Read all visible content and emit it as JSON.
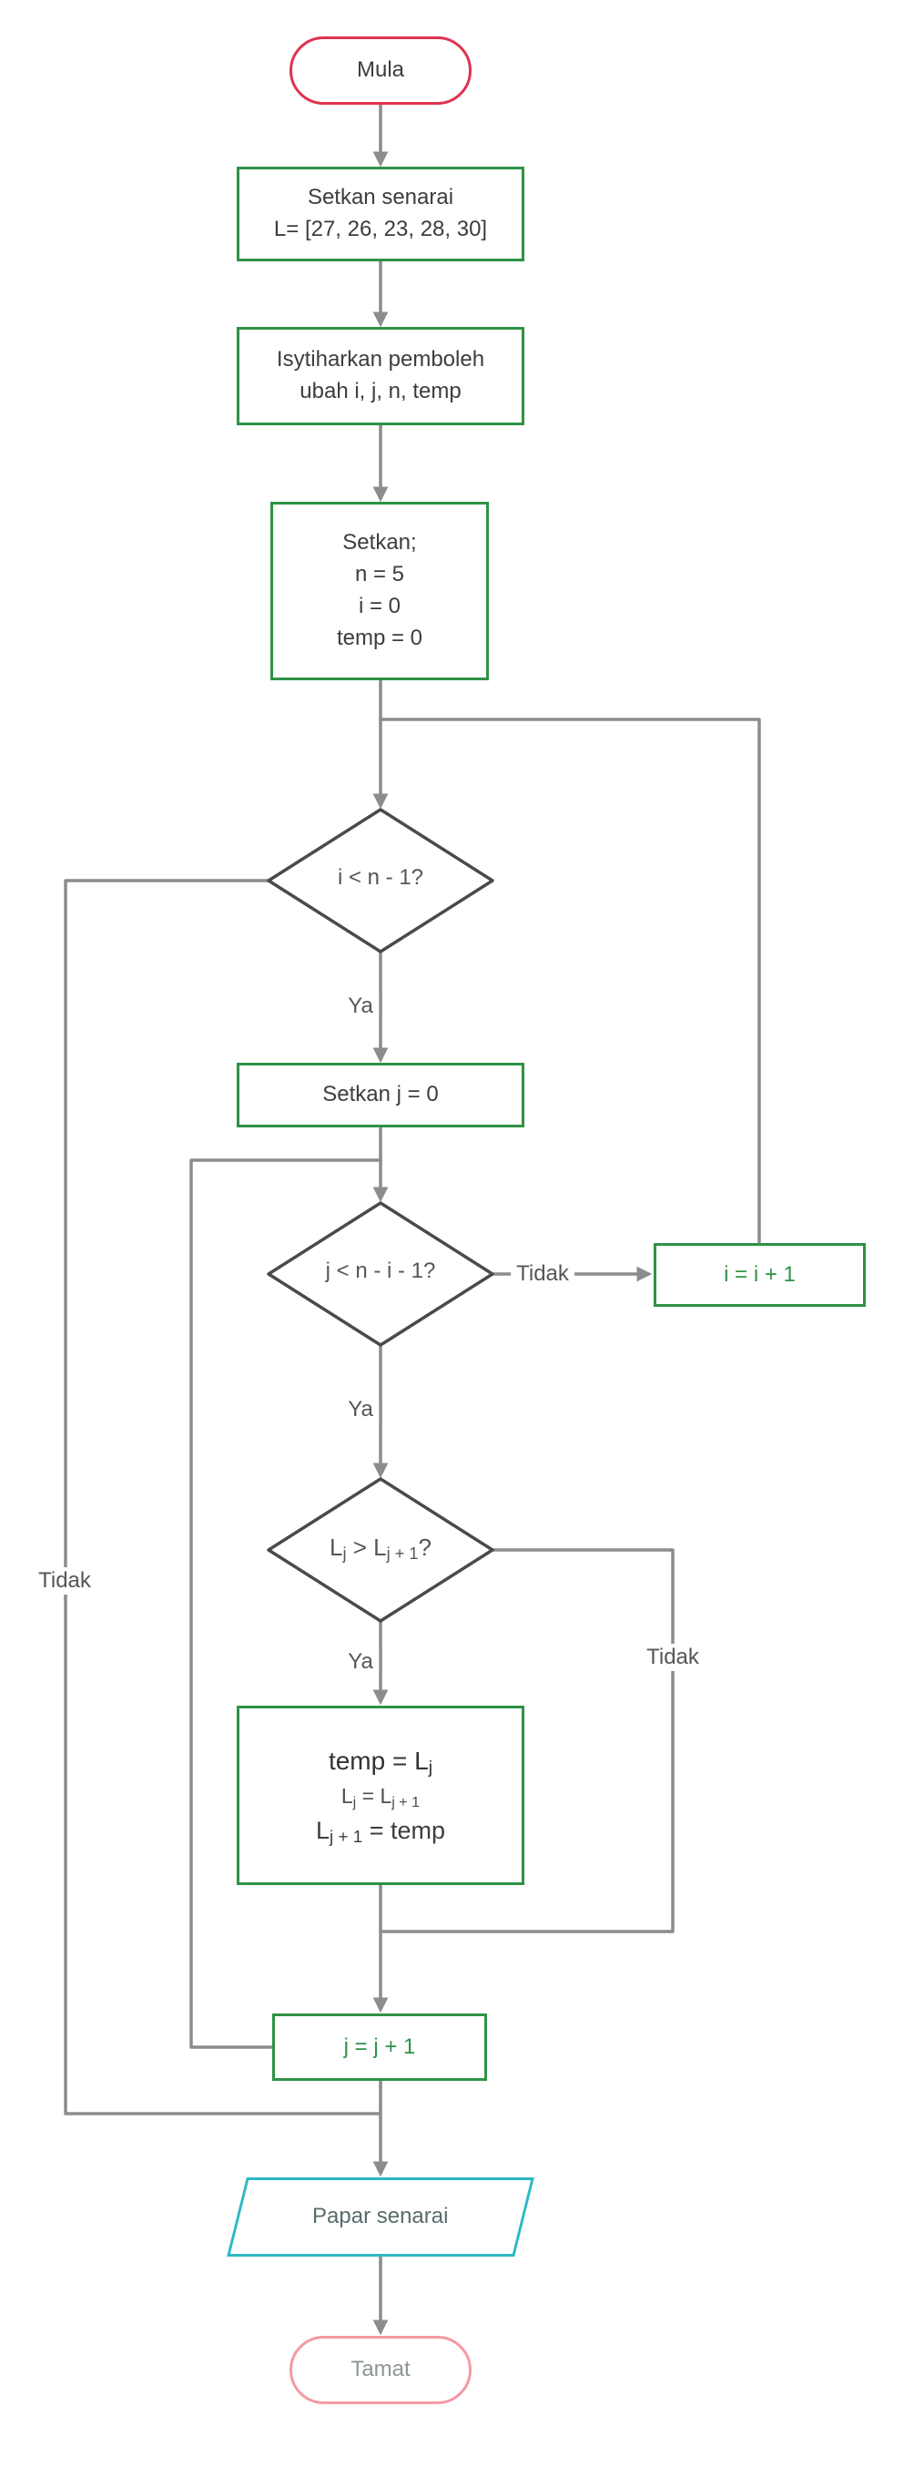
{
  "diagram": {
    "start": {
      "label": "Mula"
    },
    "set_list": {
      "line1": "Setkan senarai",
      "line2": "L= [27, 26, 23, 28, 30]"
    },
    "declare": {
      "line1": "Isytiharkan pemboleh",
      "line2": "ubah i, j, n, temp"
    },
    "init": {
      "line1": "Setkan;",
      "line2": "n = 5",
      "line3": "i = 0",
      "line4": "temp = 0"
    },
    "cond_outer": {
      "label": "i < n - 1?"
    },
    "set_j": {
      "label": "Setkan j = 0"
    },
    "cond_inner": {
      "label": "j < n - i - 1?"
    },
    "inc_i": {
      "label": "i = i + 1"
    },
    "cond_swap": {
      "p1": "L",
      "s1": "j",
      "p2": " > L",
      "s2": "j + 1",
      "p3": "?"
    },
    "swap": {
      "l1a": "temp = L",
      "l1s": "j",
      "l2a": "L",
      "l2s1": "j",
      "l2b": " = L",
      "l2s2": "j + 1",
      "l3a": "L",
      "l3s": "j + 1",
      "l3b": " = temp"
    },
    "inc_j": {
      "label": "j = j + 1"
    },
    "output": {
      "label": "Papar senarai"
    },
    "end": {
      "label": "Tamat"
    },
    "labels": {
      "ya_outer": "Ya",
      "ya_inner": "Ya",
      "ya_swap": "Ya",
      "tidak_inner": "Tidak",
      "tidak_swap": "Tidak",
      "tidak_outer": "Tidak"
    },
    "colors": {
      "process_green": "#2e9245",
      "start_red": "#e0334e",
      "end_pink": "#f39aa3",
      "io_cyan": "#2bb8c4",
      "line_gray": "#8c8c8c",
      "decision_gray": "#4a4a4a"
    }
  }
}
